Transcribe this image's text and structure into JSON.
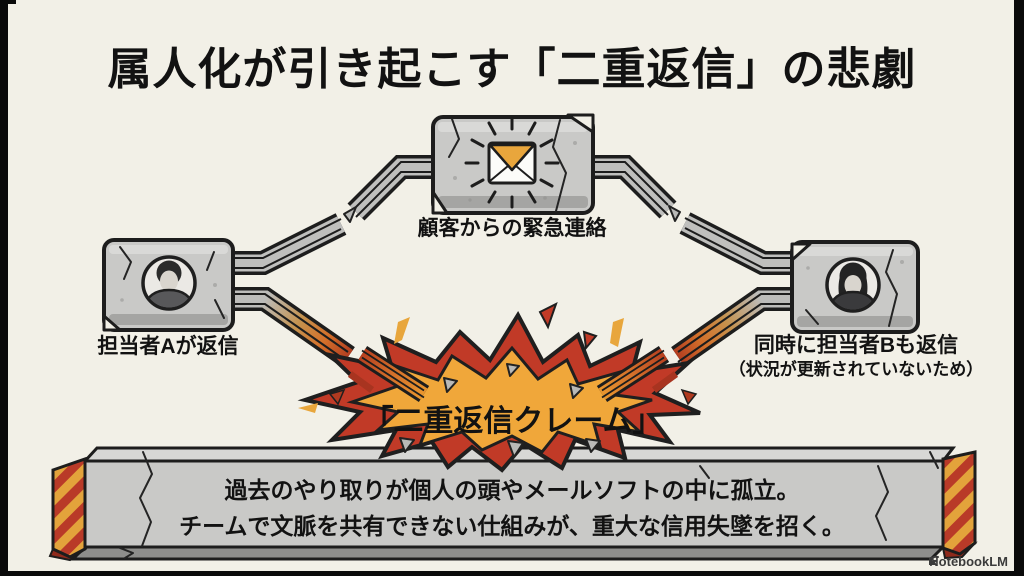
{
  "title": "属人化が引き起こす「二重返信」の悲劇",
  "nodes": {
    "customer": {
      "label": "顧客からの緊急連絡",
      "icon": "envelope-icon"
    },
    "person_a": {
      "label": "担当者Aが返信",
      "icon": "person-male-avatar-icon"
    },
    "person_b": {
      "label_line1": "同時に担当者Bも返信",
      "label_line2": "（状況が更新されていないため）",
      "icon": "person-female-avatar-icon"
    }
  },
  "explosion": {
    "label": "「二重返信クレーム」"
  },
  "banner": {
    "line1": "過去のやり取りが個人の頭やメールソフトの中に孤立。",
    "line2": "チームで文脈を共有できない仕組みが、重大な信用失墜を招く。"
  },
  "watermark": {
    "label": "NotebookLM",
    "icon": "notebooklm-logo-icon"
  },
  "colors": {
    "background": "#f2f0e7",
    "outline": "#1d1d1d",
    "stone": "#c9c9c7",
    "stone_shadow": "#a5a5a3",
    "pipe_gray": "#bfbfbd",
    "explosion_red": "#c13a27",
    "explosion_yellow": "#f0a73a",
    "flame_orange": "#d4702a",
    "envelope_orange": "#e9a63c",
    "hazard_yellow": "#e3a33b",
    "hazard_red": "#b93a28"
  }
}
